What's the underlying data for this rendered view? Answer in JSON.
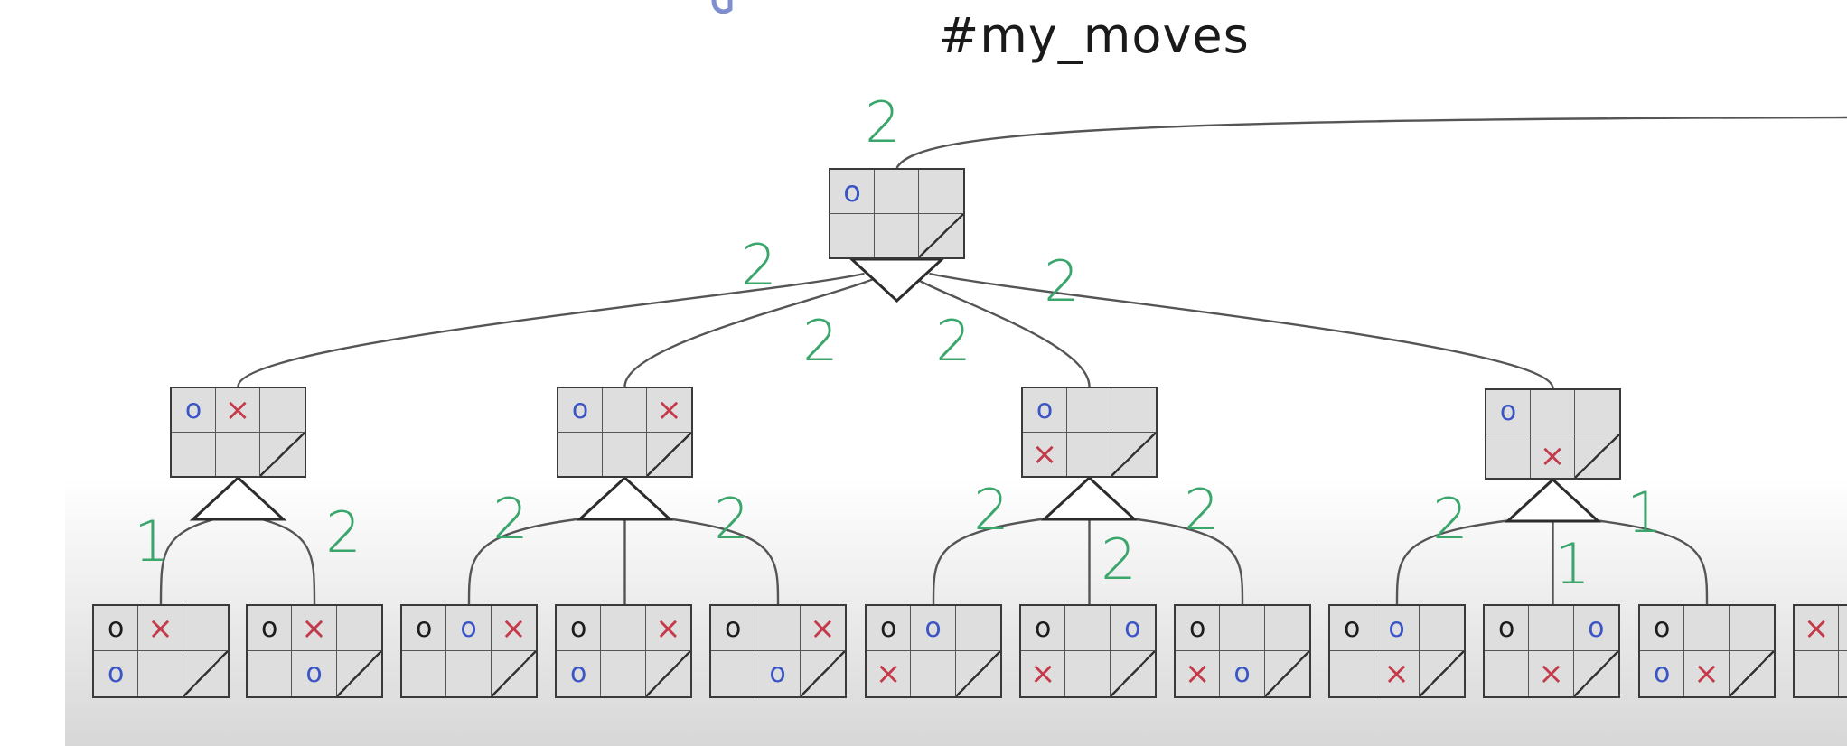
{
  "title": "#my_moves",
  "colors": {
    "o_mark": "#3b55c4",
    "o_mark_plain": "#1c1c1c",
    "x_mark": "#c43a4a",
    "score": "#3aa66b",
    "line": "#555555"
  },
  "root": {
    "score": "2",
    "cells": [
      "O",
      "",
      "",
      "",
      "",
      ""
    ],
    "kinds": [
      "blue",
      "",
      "",
      "",
      "",
      ""
    ],
    "branch_scores": [
      "2",
      "2",
      "2",
      "2"
    ]
  },
  "level1": [
    {
      "cells": [
        "O",
        "X",
        "",
        "",
        "",
        ""
      ],
      "kinds": [
        "blue",
        "red",
        "",
        "",
        "",
        ""
      ],
      "child_scores": [
        "1",
        "2"
      ]
    },
    {
      "cells": [
        "O",
        "",
        "X",
        "",
        "",
        ""
      ],
      "kinds": [
        "blue",
        "",
        "red",
        "",
        "",
        ""
      ],
      "child_scores": [
        "2",
        "",
        "2"
      ]
    },
    {
      "cells": [
        "O",
        "",
        "",
        "X",
        "",
        ""
      ],
      "kinds": [
        "blue",
        "",
        "",
        "red",
        "",
        ""
      ],
      "child_scores": [
        "2",
        "2",
        "2"
      ]
    },
    {
      "cells": [
        "O",
        "",
        "",
        "",
        "X",
        ""
      ],
      "kinds": [
        "blue",
        "",
        "",
        "",
        "red",
        ""
      ],
      "child_scores": [
        "2",
        "1",
        "1"
      ]
    }
  ],
  "level2": [
    {
      "cells": [
        "O",
        "X",
        "",
        "O",
        "",
        ""
      ],
      "kinds": [
        "black",
        "red",
        "",
        "blue",
        "",
        ""
      ]
    },
    {
      "cells": [
        "O",
        "X",
        "",
        "",
        "O",
        ""
      ],
      "kinds": [
        "black",
        "red",
        "",
        "",
        "blue",
        ""
      ]
    },
    {
      "cells": [
        "O",
        "O",
        "X",
        "",
        "",
        ""
      ],
      "kinds": [
        "black",
        "blue",
        "red",
        "",
        "",
        ""
      ]
    },
    {
      "cells": [
        "O",
        "",
        "X",
        "O",
        "",
        ""
      ],
      "kinds": [
        "black",
        "",
        "red",
        "blue",
        "",
        ""
      ]
    },
    {
      "cells": [
        "O",
        "",
        "X",
        "",
        "O",
        ""
      ],
      "kinds": [
        "black",
        "",
        "red",
        "",
        "blue",
        ""
      ]
    },
    {
      "cells": [
        "O",
        "O",
        "",
        "X",
        "",
        ""
      ],
      "kinds": [
        "black",
        "blue",
        "",
        "red",
        "",
        ""
      ]
    },
    {
      "cells": [
        "O",
        "",
        "O",
        "X",
        "",
        ""
      ],
      "kinds": [
        "black",
        "",
        "blue",
        "red",
        "",
        ""
      ]
    },
    {
      "cells": [
        "O",
        "",
        "",
        "X",
        "O",
        ""
      ],
      "kinds": [
        "black",
        "",
        "",
        "red",
        "blue",
        ""
      ]
    },
    {
      "cells": [
        "O",
        "O",
        "",
        "",
        "X",
        ""
      ],
      "kinds": [
        "black",
        "blue",
        "",
        "",
        "red",
        ""
      ]
    },
    {
      "cells": [
        "O",
        "",
        "O",
        "",
        "X",
        ""
      ],
      "kinds": [
        "black",
        "",
        "blue",
        "",
        "red",
        ""
      ]
    },
    {
      "cells": [
        "O",
        "",
        "",
        "O",
        "X",
        ""
      ],
      "kinds": [
        "black",
        "",
        "",
        "blue",
        "red",
        ""
      ]
    },
    {
      "cells": [
        "X",
        "",
        "",
        "",
        "",
        ""
      ],
      "kinds": [
        "red",
        "",
        "",
        "",
        "",
        ""
      ]
    }
  ]
}
